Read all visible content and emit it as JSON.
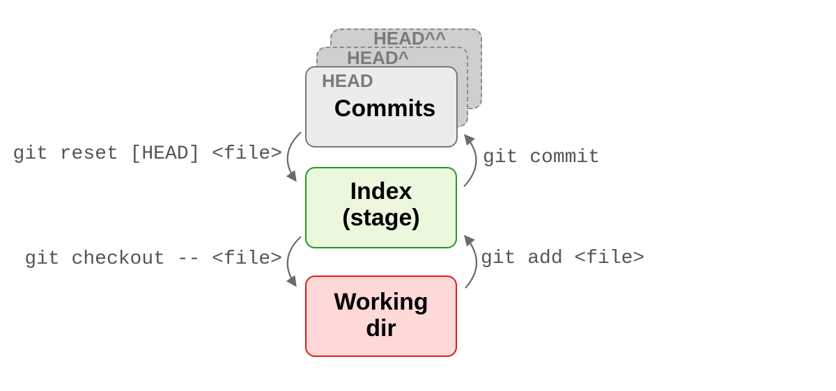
{
  "stack": {
    "ghost_labels": [
      "HEAD^^",
      "HEAD^"
    ],
    "head_label": "HEAD"
  },
  "boxes": {
    "commits": "Commits",
    "index_line1": "Index",
    "index_line2": "(stage)",
    "working_line1": "Working",
    "working_line2": "dir"
  },
  "commands": {
    "reset": "git reset [HEAD] <file>",
    "checkout": "git checkout -- <file>",
    "commit": "git commit",
    "add": "git add <file>"
  },
  "colors": {
    "commits_fill": "#ececec",
    "index_fill": "#ecf8de",
    "index_border": "#1f9a1f",
    "working_fill": "#ffd8d8",
    "working_border": "#e01919",
    "arrow": "#6b6b6b"
  }
}
